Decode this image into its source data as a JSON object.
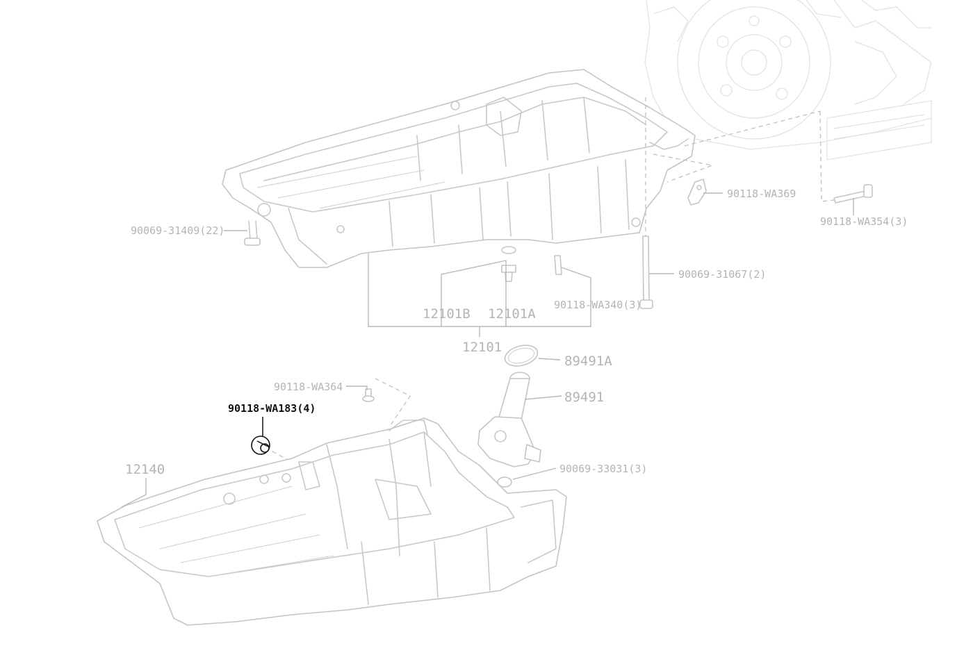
{
  "diagram": {
    "labels": {
      "bolt_31409": "90069-31409(22)",
      "bolt_wa369": "90118-WA369",
      "bolt_wa354": "90118-WA354(3)",
      "bolt_31067": "90069-31067(2)",
      "stud_wa340": "90118-WA340(3)",
      "plug_12101b": "12101B",
      "plug_12101a": "12101A",
      "pan_12101": "12101",
      "oring_89491a": "89491A",
      "sensor_89491": "89491",
      "bolt_33031": "90069-33031(3)",
      "bolt_wa364": "90118-WA364",
      "bolt_wa183": "90118-WA183(4)",
      "pan_12140": "12140"
    },
    "highlighted_part": "90118-WA183(4)"
  }
}
